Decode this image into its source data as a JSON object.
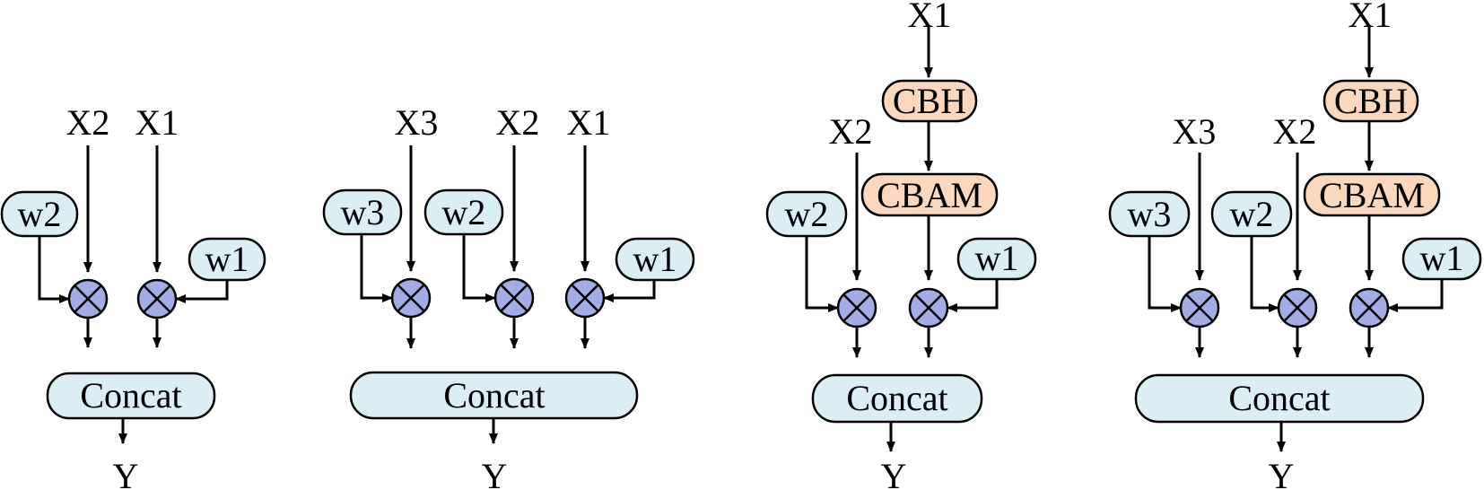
{
  "colors": {
    "weight_fill": "#dbeef4",
    "concat_fill": "#dbeef4",
    "module_fill": "#fad7bd",
    "multiply_fill": "#a4ace6"
  },
  "icons": {
    "multiply": "circled-times-icon"
  },
  "diagrams": [
    {
      "inputs": [
        "X2",
        "X1"
      ],
      "weights": [
        "w2",
        "w1"
      ],
      "modules": [],
      "concat": "Concat",
      "output": "Y"
    },
    {
      "inputs": [
        "X3",
        "X2",
        "X1"
      ],
      "weights": [
        "w3",
        "w2",
        "w1"
      ],
      "modules": [],
      "concat": "Concat",
      "output": "Y"
    },
    {
      "inputs": [
        "X2",
        "X1"
      ],
      "weights": [
        "w2",
        "w1"
      ],
      "modules": [
        "CBH",
        "CBAM"
      ],
      "concat": "Concat",
      "output": "Y"
    },
    {
      "inputs": [
        "X3",
        "X2",
        "X1"
      ],
      "weights": [
        "w3",
        "w2",
        "w1"
      ],
      "modules": [
        "CBH",
        "CBAM"
      ],
      "concat": "Concat",
      "output": "Y"
    }
  ]
}
